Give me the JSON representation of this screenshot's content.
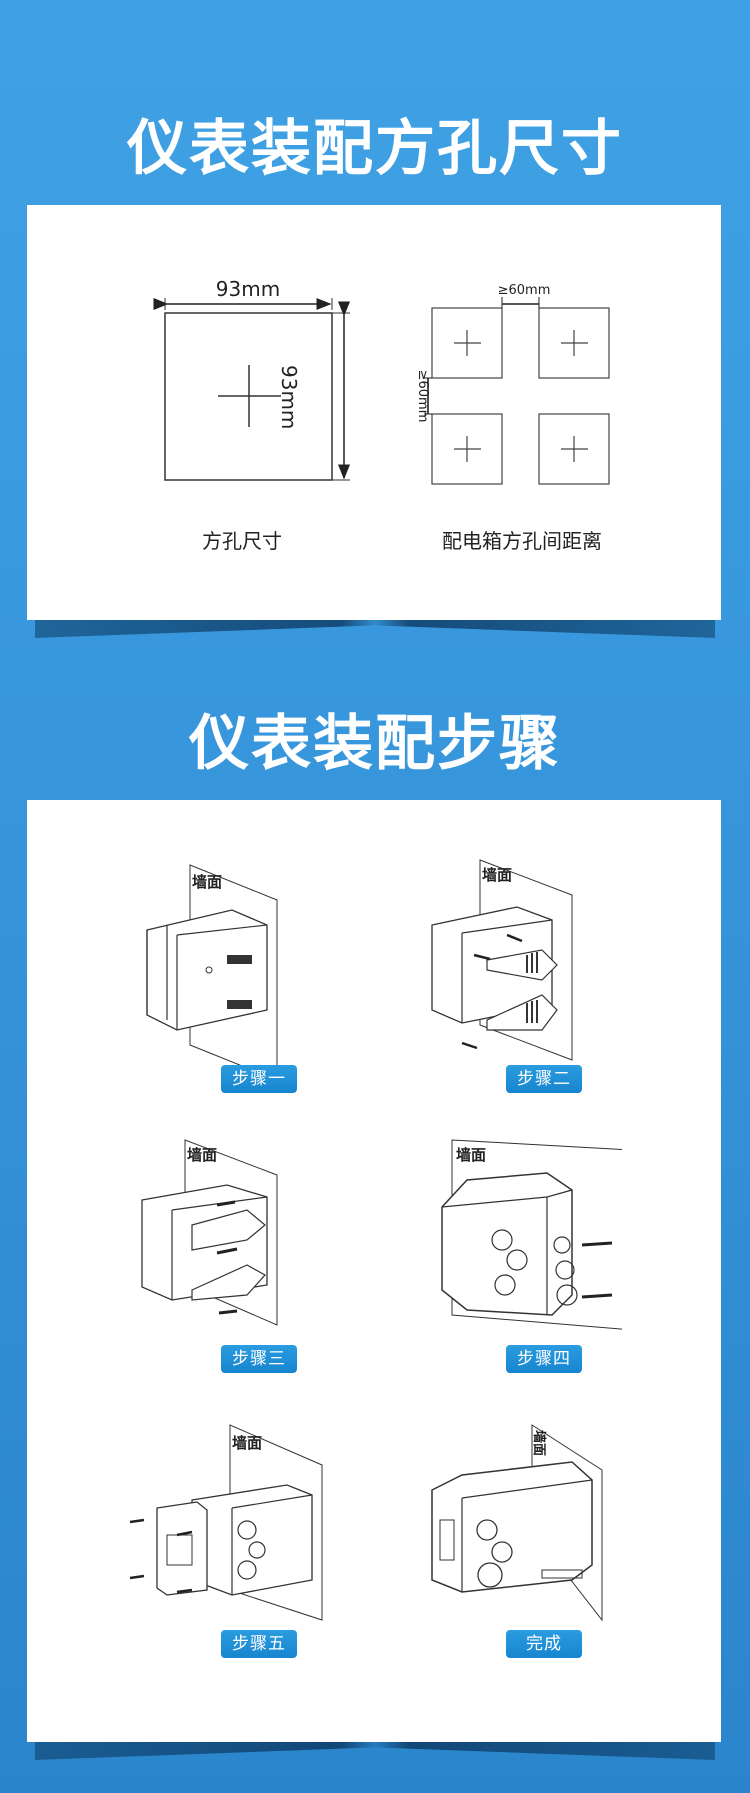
{
  "section1": {
    "title": "仪表装配方孔尺寸",
    "figures": [
      {
        "caption": "方孔尺寸",
        "width_label": "93mm",
        "height_label": "93mm"
      },
      {
        "caption": "配电箱方孔间距离",
        "horizontal_gap_label": "≥60mm",
        "vertical_gap_label": "≥60mm"
      }
    ]
  },
  "section2": {
    "title": "仪表装配步骤",
    "wall_label": "墙面",
    "steps": [
      {
        "label": "步骤一"
      },
      {
        "label": "步骤二"
      },
      {
        "label": "步骤三"
      },
      {
        "label": "步骤四"
      },
      {
        "label": "步骤五"
      },
      {
        "label": "完成"
      }
    ]
  },
  "colors": {
    "background_top": "#3fa2e4",
    "background_bottom": "#2b85cc",
    "card": "#ffffff",
    "badge": "#1a8ad3",
    "title_text": "#ffffff"
  }
}
